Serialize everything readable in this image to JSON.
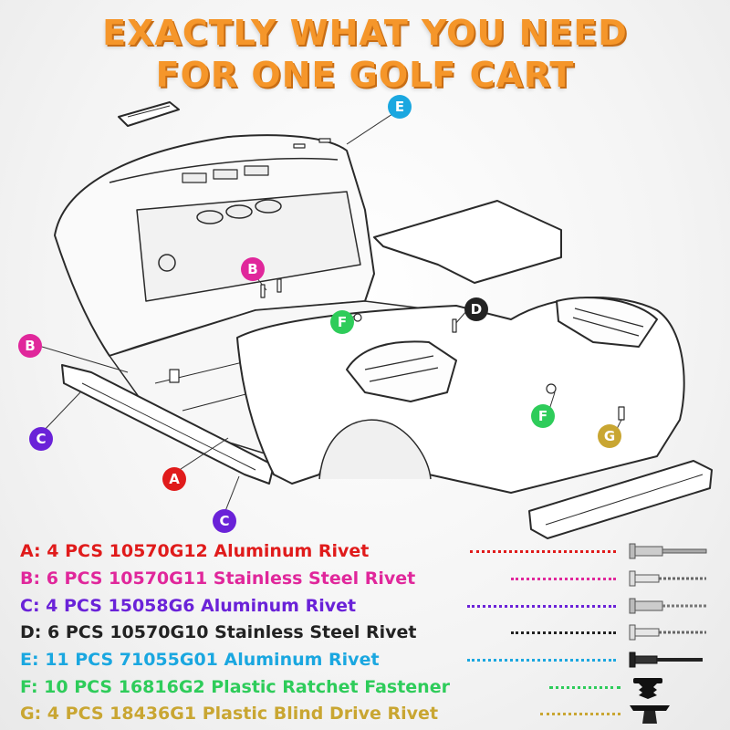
{
  "header": {
    "line1": "EXACTLY WHAT YOU NEED",
    "line2": "FOR ONE GOLF CART"
  },
  "markers": [
    {
      "letter": "E",
      "color": "#1aa7e0"
    },
    {
      "letter": "B",
      "color": "#e0279b"
    },
    {
      "letter": "D",
      "color": "#222222"
    },
    {
      "letter": "F",
      "color": "#2ecc5a"
    },
    {
      "letter": "B",
      "color": "#e0279b"
    },
    {
      "letter": "C",
      "color": "#6a22d8"
    },
    {
      "letter": "F",
      "color": "#2ecc5a"
    },
    {
      "letter": "G",
      "color": "#c9a632"
    },
    {
      "letter": "A",
      "color": "#e01b1b"
    },
    {
      "letter": "C",
      "color": "#6a22d8"
    }
  ],
  "parts": [
    {
      "text": "A: 4 PCS 10570G12 Aluminum Rivet",
      "color": "#e01b1b",
      "icon": "aluminum-rivet-icon"
    },
    {
      "text": "B: 6 PCS 10570G11 Stainless Steel Rivet",
      "color": "#e0279b",
      "icon": "stainless-rivet-icon"
    },
    {
      "text": "C: 4 PCS 15058G6 Aluminum Rivet",
      "color": "#6a22d8",
      "icon": "aluminum-rivet-icon"
    },
    {
      "text": "D: 6 PCS 10570G10 Stainless Steel Rivet",
      "color": "#222222",
      "icon": "stainless-rivet-icon"
    },
    {
      "text": "E: 11 PCS 71055G01 Aluminum Rivet",
      "color": "#1aa7e0",
      "icon": "black-rivet-icon"
    },
    {
      "text": "F: 10 PCS 16816G2 Plastic Ratchet Fastener",
      "color": "#2ecc5a",
      "icon": "ratchet-fastener-icon"
    },
    {
      "text": "G: 4 PCS 18436G1 Plastic Blind Drive Rivet",
      "color": "#c9a632",
      "icon": "blind-drive-rivet-icon"
    }
  ]
}
